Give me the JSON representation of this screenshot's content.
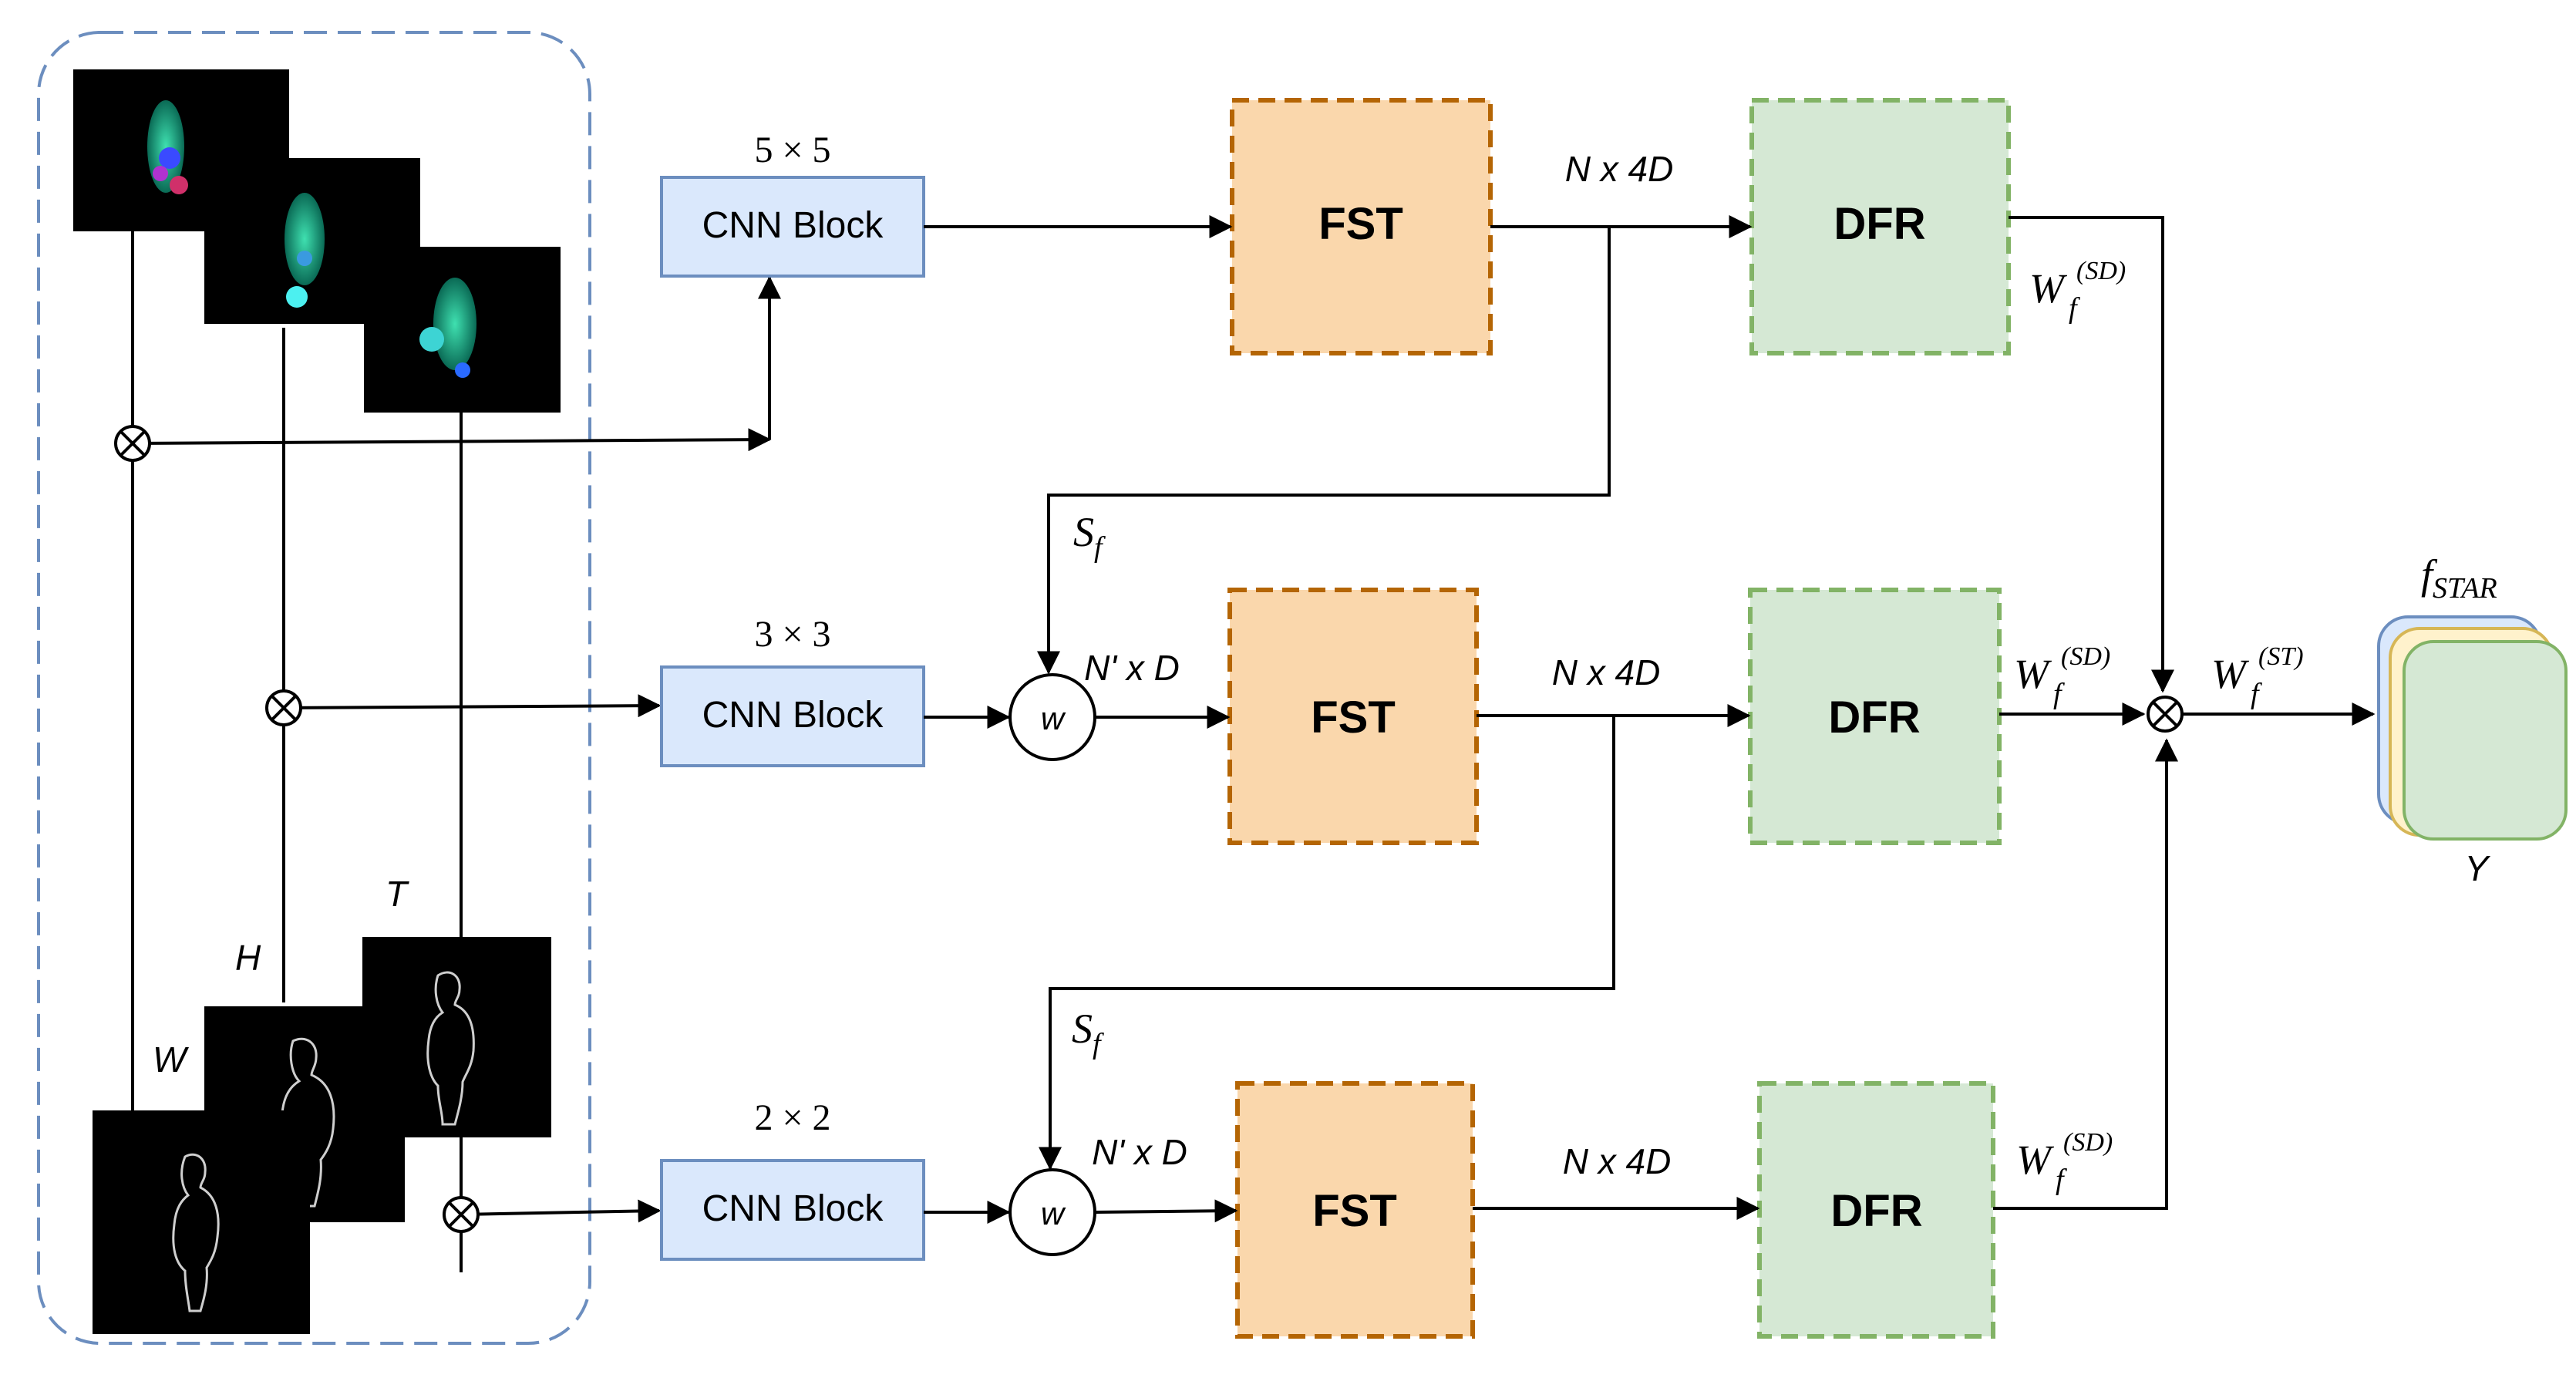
{
  "title": "",
  "kernel_sizes": {
    "top": "5 × 5",
    "middle": "3 × 3",
    "bottom": "2 × 2"
  },
  "cnn_block_label": "CNN Block",
  "fst_label": "FST",
  "dfr_label": "DFR",
  "weight_node_label": "w",
  "dims": {
    "n4d": "N x 4D",
    "npd": "N' x D"
  },
  "sf": {
    "base": "S",
    "sub": "f"
  },
  "weights": {
    "base": "W",
    "sub": "f",
    "sd": "(SD)",
    "st": "(ST)"
  },
  "output": {
    "base": "f",
    "sub": "STAR",
    "y_label": "Y"
  },
  "axis_labels": {
    "w": "W",
    "h": "H",
    "t": "T"
  },
  "colors": {
    "cnn_fill": "#dae8fc",
    "cnn_stroke": "#6c8ebf",
    "fst_fill": "#fad7ac",
    "fst_stroke": "#b46504",
    "dfr_fill": "#d5e8d4",
    "dfr_stroke": "#82b366",
    "group_stroke": "#6c8ebf",
    "out_blue": "#dae8fc",
    "out_yellow": "#fff2cc",
    "out_green": "#d5e8d4"
  }
}
